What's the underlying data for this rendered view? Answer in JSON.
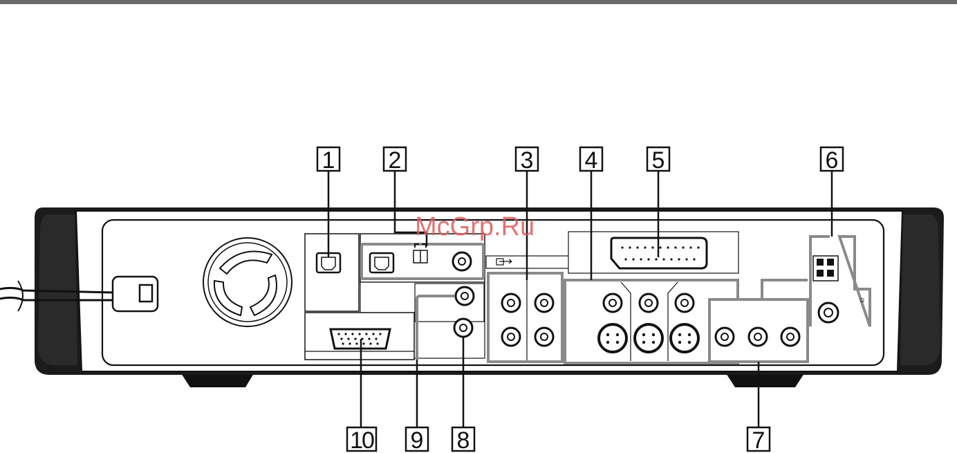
{
  "watermark": "McGrp.Ru",
  "callouts": [
    "1",
    "2",
    "3",
    "4",
    "5",
    "6",
    "7",
    "8",
    "9",
    "10"
  ],
  "ohm_symbol": "Ω",
  "colors": {
    "line": "#111111",
    "highlight": "#8a8a8a",
    "watermark": "#e05a5a",
    "topbar": "#6b6b6b"
  }
}
